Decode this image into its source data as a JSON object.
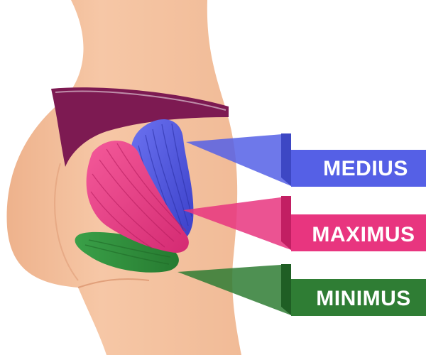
{
  "labels": {
    "medius": {
      "text": "MEDIUS",
      "color": "#5560e6",
      "color_dark": "#3d47c4"
    },
    "maximus": {
      "text": "MAXIMUS",
      "color": "#e8357f",
      "color_dark": "#c21f63"
    },
    "minimus": {
      "text": "MINIMUS",
      "color": "#2f7d34",
      "color_dark": "#1f5e24"
    }
  },
  "colors": {
    "skin": "#f3c09e",
    "skin_shadow": "#e3a27f",
    "underwear": "#7d1a52",
    "medius_muscle": "#4f55e0",
    "maximus_muscle": "#ec3f88",
    "minimus_muscle": "#2f8a3b"
  }
}
